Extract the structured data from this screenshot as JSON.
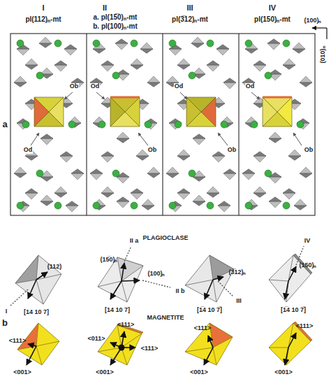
{
  "diagram": {
    "labels": [
      "I",
      "pl(112)ₙ-mt",
      "II",
      "a. pl(15̅0)ₙ-mt",
      "b. pl(100)ₙ-mt",
      "III",
      "pl(3̅12)ₙ-mt",
      "IV",
      "pl(150)ₙ-mt",
      "(100)ₙ",
      "(010)ₙ",
      "a",
      "Ob",
      "Od",
      "Od",
      "Ob",
      "Od",
      "Ob",
      "Od",
      "Ob",
      "PLAGIOCLASE",
      "(112)",
      "I",
      "[14 10 7]",
      "II a",
      "(15̅0)ₙ",
      "(100)ₙ",
      "II b",
      "[14 10 7]",
      "(3̅12)ₙ",
      "III",
      "[1̅4 10 7̅]",
      "IV",
      "(150)ₙ",
      "[1̅4 10 7̅]",
      "b",
      "MAGNETITE",
      "<111>",
      "<001>",
      "<111>",
      "<011>",
      "<111>",
      "<001>",
      "<111>",
      "<001>",
      "<111>",
      "<001>"
    ]
  }
}
